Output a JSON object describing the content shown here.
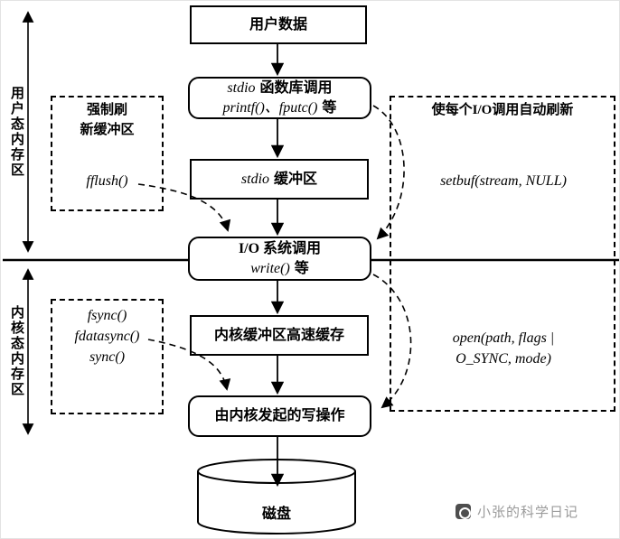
{
  "axes": {
    "user_space": "用户态内存区",
    "kernel_space": "内核态内存区"
  },
  "flow": {
    "user_data": "用户数据",
    "stdio_call": {
      "line1_code": "stdio",
      "line1_text": "函数库调用",
      "line2_code": "printf()、fputc()",
      "line2_text": "等"
    },
    "stdio_buffer": {
      "code": "stdio",
      "text": "缓冲区"
    },
    "io_syscall": {
      "line1": "I/O 系统调用",
      "line2_code": "write()",
      "line2_text": "等"
    },
    "kernel_buffer": "内核缓冲区高速缓存",
    "kernel_write": "由内核发起的写操作",
    "disk": "磁盘"
  },
  "left_panel": {
    "flush_line1": "强制刷",
    "flush_line2": "新缓冲区",
    "fflush": "fflush()",
    "fsync": "fsync()",
    "fdatasync": "fdatasync()",
    "sync": "sync()"
  },
  "right_panel": {
    "title": "使每个I/O调用自动刷新",
    "setbuf": "setbuf(stream, NULL)",
    "open_line1": "open(path, flags |",
    "open_line2": "O_SYNC, mode)"
  },
  "watermark": "小张的科学日记",
  "colors": {
    "line": "#000000",
    "watermark": "#9b9b9b"
  }
}
